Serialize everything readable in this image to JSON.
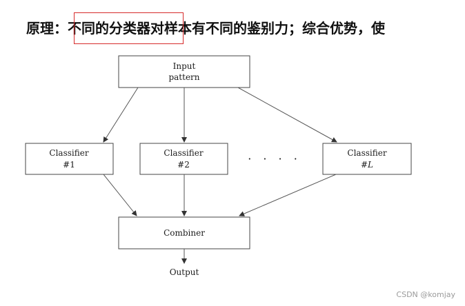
{
  "headline": {
    "label": "原理：",
    "text": "不同的分类器对样本有不同的鉴别力；综合优势，使"
  },
  "diagram": {
    "input": {
      "line1": "Input",
      "line2": "pattern"
    },
    "classifiers": [
      {
        "line1": "Classifier",
        "line2": "#1"
      },
      {
        "line1": "Classifier",
        "line2": "#2"
      },
      {
        "line1": "Classifier",
        "line2": "#L"
      }
    ],
    "ellipsis": "· · · ·",
    "combiner": "Combiner",
    "output": "Output"
  },
  "watermark": "CSDN @komjay"
}
